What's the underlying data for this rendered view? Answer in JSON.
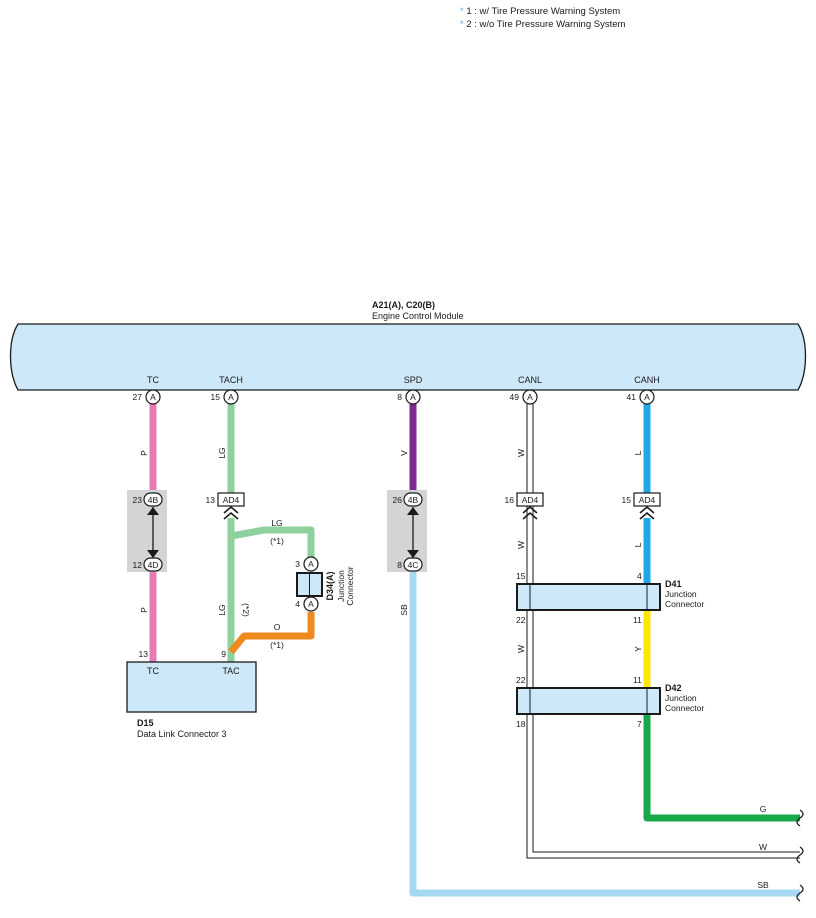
{
  "notes": [
    {
      "marker": "*",
      "text": " 1 : w/ Tire Pressure Warning System"
    },
    {
      "marker": "*",
      "text": " 2 : w/o Tire Pressure Warning System"
    }
  ],
  "ecm": {
    "code": "A21(A), C20(B)",
    "name": "Engine Control Module"
  },
  "ecm_pins": {
    "tc": {
      "label": "TC",
      "pin": "27",
      "conn": "A"
    },
    "tach": {
      "label": "TACH",
      "pin": "15",
      "conn": "A"
    },
    "spd": {
      "label": "SPD",
      "pin": "8",
      "conn": "A"
    },
    "canl": {
      "label": "CANL",
      "pin": "49",
      "conn": "A"
    },
    "canh": {
      "label": "CANH",
      "pin": "41",
      "conn": "A"
    }
  },
  "wire_colors": {
    "p": "P",
    "lg": "LG",
    "v": "V",
    "w": "W",
    "l": "L",
    "o": "O",
    "sb": "SB",
    "y": "Y",
    "g": "G"
  },
  "paint": {
    "pink": "#e87bb6",
    "light_green": "#8fd19e",
    "purple": "#7b2c8e",
    "white_wire": "#ffffff",
    "blue": "#1fa8e6",
    "orange": "#ef8a1e",
    "sky_blue": "#a6d8f2",
    "yellow": "#ffe600",
    "green": "#17a84a",
    "module_fill": "#cde8f8",
    "junction_fill": "#d4d4d4"
  },
  "junctions": {
    "tc_upper": {
      "pin": "23",
      "conn": "4B"
    },
    "tc_lower": {
      "pin": "12",
      "conn": "4D"
    },
    "spd_upper": {
      "pin": "26",
      "conn": "4B"
    },
    "spd_lower": {
      "pin": "8",
      "conn": "4C"
    },
    "tach_ad4": {
      "pin": "13",
      "conn": "AD4"
    },
    "canl_ad4": {
      "pin": "16",
      "conn": "AD4"
    },
    "canh_ad4": {
      "pin": "15",
      "conn": "AD4"
    }
  },
  "d34": {
    "code": "D34(A)",
    "name": "Junction Connector",
    "pin_top": "3",
    "pin_bottom": "4",
    "conn": "A",
    "note_lg": "(*1)",
    "note_o": "(*1)",
    "note_tach": "(*2)"
  },
  "d15": {
    "code": "D15",
    "name": "Data Link Connector 3",
    "pin_tc": "13",
    "pin_tac": "9",
    "label_tc": "TC",
    "label_tac": "TAC"
  },
  "d41": {
    "code": "D41",
    "name": "Junction Connector",
    "pin_l_top": "15",
    "pin_r_top": "4",
    "pin_l_bot": "22",
    "pin_r_bot": "11"
  },
  "d42": {
    "code": "D42",
    "name": "Junction Connector",
    "pin_l_top": "22",
    "pin_r_top": "11",
    "pin_l_bot": "18",
    "pin_r_bot": "7"
  }
}
